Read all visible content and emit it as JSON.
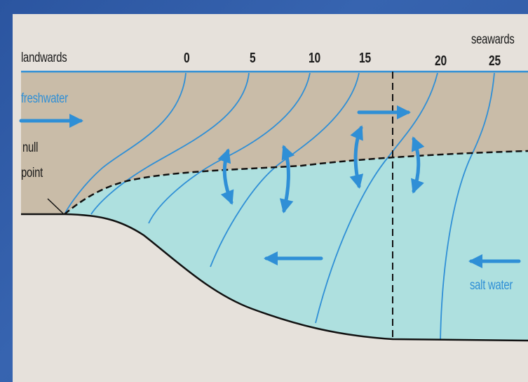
{
  "labels": {
    "landwards": "landwards",
    "seawards": "seawards",
    "freshwater": "freshwater",
    "null": "null",
    "point": "point",
    "salt_water": "salt water"
  },
  "scale": [
    "0",
    "5",
    "10",
    "15",
    "20",
    "25"
  ],
  "colors": {
    "background": "#2f5aa6",
    "freshwater_zone": "#c9bca8",
    "saltwater_zone": "#aee0df",
    "seabed": "#e6e1db",
    "lines": "#2f8fd6",
    "arrows": "#2f8fd6",
    "boundaries": "#111111"
  }
}
